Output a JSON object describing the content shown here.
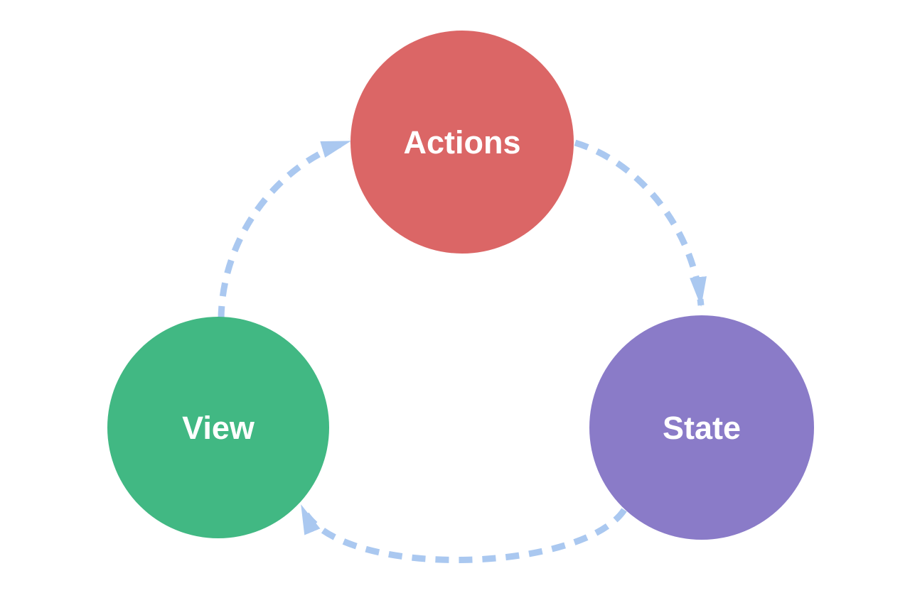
{
  "diagram": {
    "type": "cycle",
    "background": "#ffffff",
    "arrow_color": "#aac8f0",
    "label_color": "#ffffff",
    "nodes": [
      {
        "id": "actions",
        "label": "Actions",
        "color": "#db6666"
      },
      {
        "id": "state",
        "label": "State",
        "color": "#8a7bc8"
      },
      {
        "id": "view",
        "label": "View",
        "color": "#41b883"
      }
    ],
    "edges": [
      {
        "from": "Actions",
        "to": "State"
      },
      {
        "from": "State",
        "to": "View"
      },
      {
        "from": "View",
        "to": "Actions"
      }
    ]
  }
}
